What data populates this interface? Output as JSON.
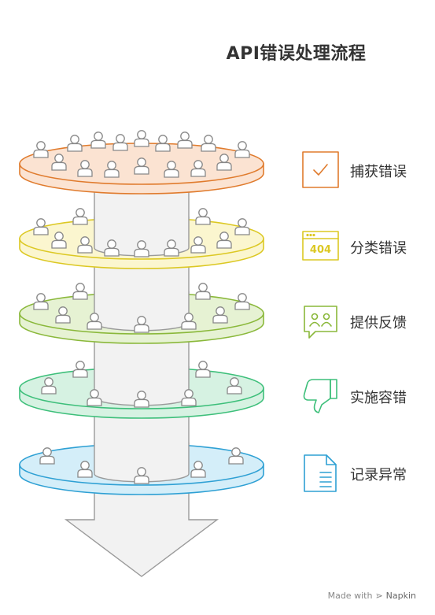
{
  "title": "API错误处理流程",
  "steps": [
    {
      "label": "捕获错误",
      "icon": "checkmark-icon",
      "color": "#e07b2d",
      "fill": "#fbe3d2"
    },
    {
      "label": "分类错误",
      "icon": "404-page-icon",
      "color": "#dcc823",
      "fill": "#fbf6cf",
      "icon_text": "404"
    },
    {
      "label": "提供反馈",
      "icon": "feedback-people-icon",
      "color": "#8ab83a",
      "fill": "#e6f2d3"
    },
    {
      "label": "实施容错",
      "icon": "thumbs-down-icon",
      "color": "#3dbf7a",
      "fill": "#d6f2e2"
    },
    {
      "label": "记录异常",
      "icon": "document-icon",
      "color": "#2ea0d4",
      "fill": "#d4eef9"
    }
  ],
  "footer": {
    "made_with": "Made with",
    "brand": "Napkin"
  }
}
